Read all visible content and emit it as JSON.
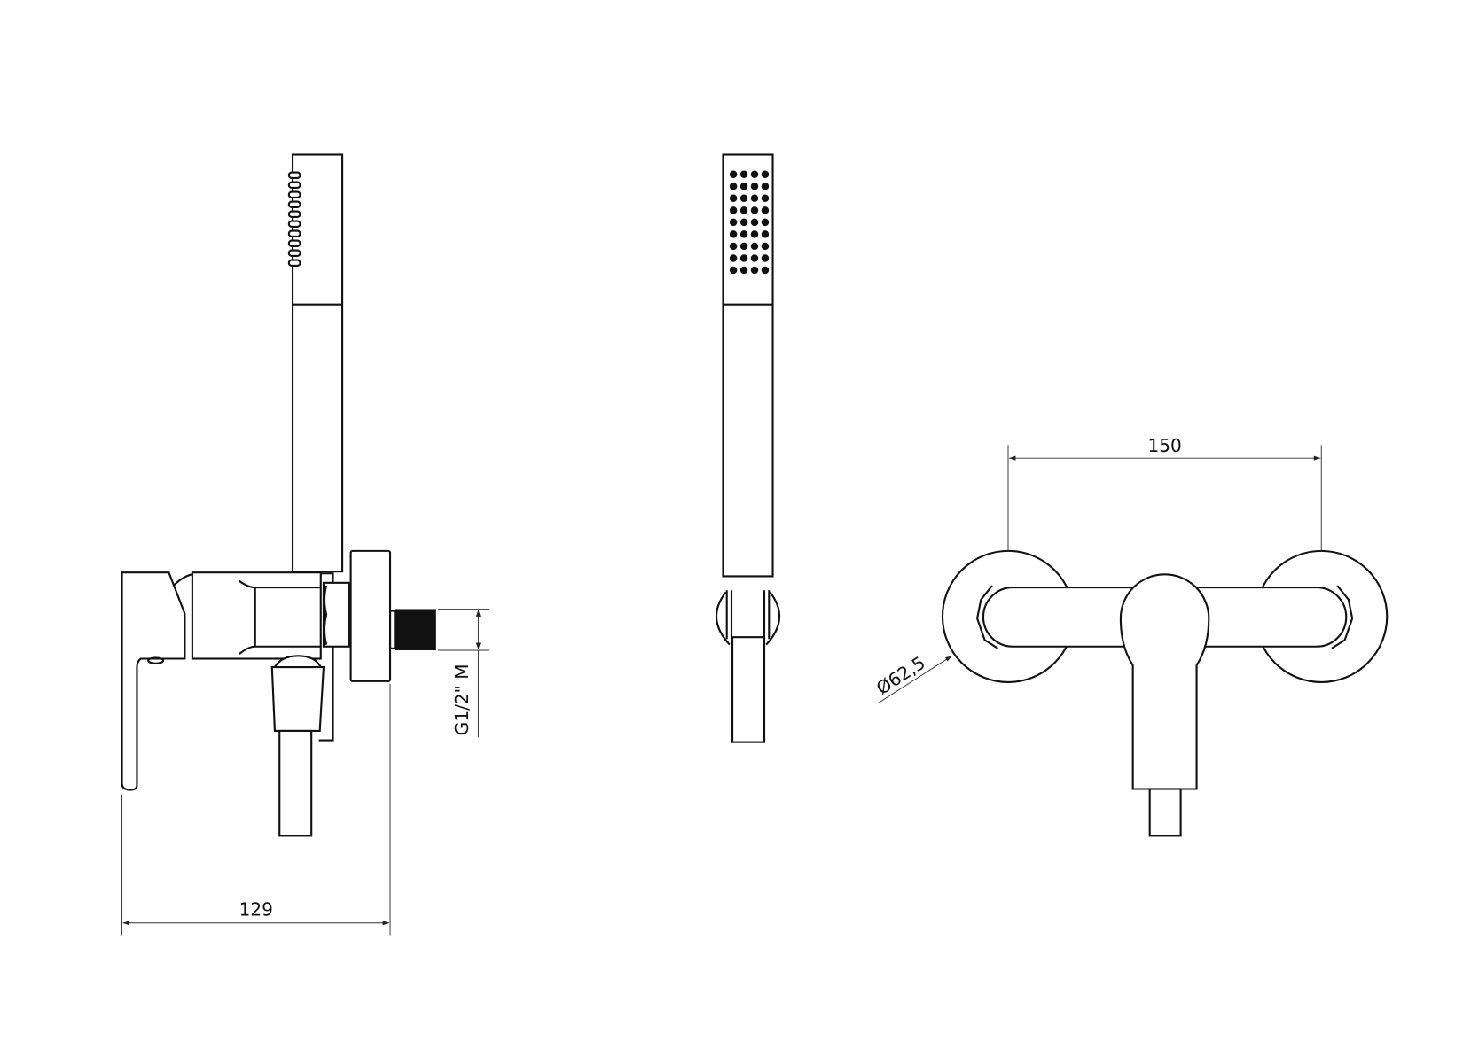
{
  "drawing": {
    "views": [
      "side-view",
      "hand-shower-front-view",
      "mixer-front-view"
    ],
    "dimensions": {
      "depth": "129",
      "inlet_thread": "G1/2\" M",
      "inlet_centers": "150",
      "rosette_diameter": "Ø62,5"
    },
    "line_color": "#111111",
    "background": "#ffffff"
  }
}
